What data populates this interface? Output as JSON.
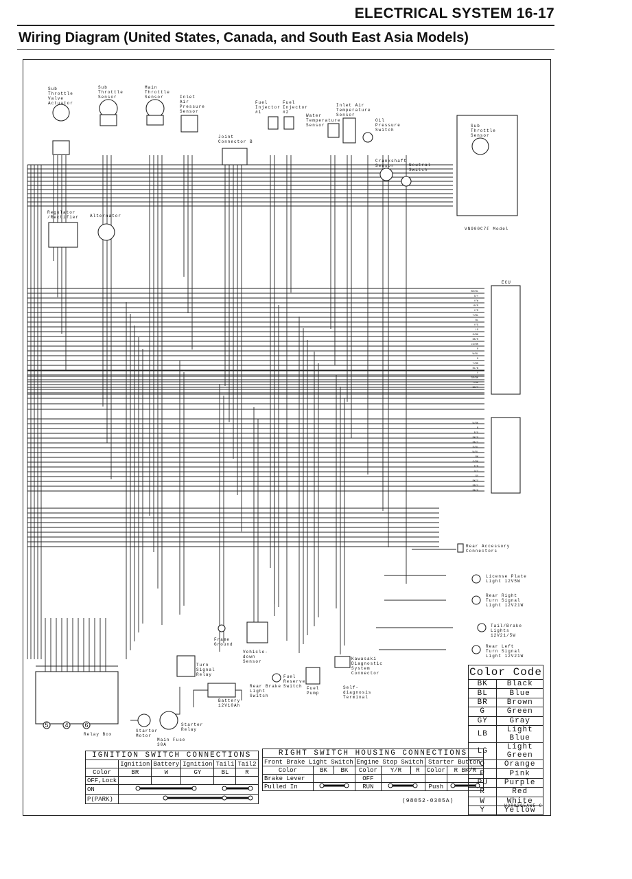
{
  "header": {
    "section": "ELECTRICAL SYSTEM 16-17",
    "title": "Wiring Diagram (United States, Canada, and South East Asia Models)"
  },
  "components": {
    "sub_throttle_valve_actuator": "Sub\nThrottle\nValve\nActuator",
    "sub_throttle_sensor": "Sub\nThrottle\nSensor",
    "main_throttle_sensor": "Main\nThrottle\nSensor",
    "inlet_air_pressure_sensor": "Inlet\nAir\nPressure\nSensor",
    "fuel_injector_1": "Fuel\nInjector\n#1",
    "fuel_injector_2": "Fuel\nInjector\n#2",
    "water_temperature_sensor": "Water\nTemperature\nSensor",
    "inlet_air_temperature_sensor": "Inlet Air\nTemperature\nSensor",
    "oil_pressure_switch": "Oil\nPressure\nSwitch",
    "joint_connector_b": "Joint\nConnector B",
    "crankshaft_sensor": "Crankshaft\nSensor",
    "neutral_switch": "Neutral\nSwitch",
    "sub_throttle_sensor_inset": "Sub\nThrottle\nSensor",
    "inset_model": "VN900C7F Model",
    "regulator_rectifier": "Regulator\n/Rectifier",
    "alternator": "Alternator",
    "ecu": "ECU",
    "rear_accessory_connectors": "Rear Accessory\nConnectors",
    "license_plate_light": "License Plate\nLight 12V5W",
    "rear_right_turn_signal": "Rear Right\nTurn Signal\nLight 12V21W",
    "tail_brake_lights": "Tail/Brake\nLights\n12V21/5W",
    "rear_left_turn_signal": "Rear Left\nTurn Signal\nLight 12V21W",
    "frame_ground": "Frame\nGround",
    "vehicle_down_sensor": "Vehicle-\ndown\nSensor",
    "turn_signal_relay": "Turn\nSignal\nRelay",
    "battery": "Battery\n12V10Ah",
    "rear_brake_light_switch": "Rear Brake\nLight\nSwitch",
    "fuel_reserve_switch": "Fuel\nReserve\nSwitch",
    "fuel_pump": "Fuel\nPump",
    "kawasaki_diagnostic_connector": "Kawasaki\nDiagnostic\nSystem\nConnector",
    "self_diagnosis_terminal": "Self-\ndiagnosis\nTerminal",
    "relay_box": "Relay Box",
    "starter_motor": "Starter\nMotor",
    "starter_relay": "Starter\nRelay",
    "main_fuse": "Main Fuse\n30A"
  },
  "circled_numbers": [
    "5",
    "4",
    "6"
  ],
  "ecu_pins_top": [
    "BK/BL",
    "G/Y",
    "Y/W",
    "LG/R",
    "Y/R",
    "Y/BL",
    "BL",
    "Y/G",
    "LG",
    "G/BK",
    "BK/R",
    "LG/BK",
    "P",
    "W/BL",
    "G",
    "Y/BK",
    "BL/W",
    "Y",
    "GR/BK",
    "Y/BK",
    "BK/Y"
  ],
  "ecu_pins_bottom": [
    "W/BK",
    "R",
    "P/G",
    "BK/G",
    "BK/Y",
    "R/BL",
    "W/BL",
    "BK",
    "G/BK",
    "P/B",
    "O/Y",
    "GY",
    "BK/Y",
    "BR/Y",
    "BK/G"
  ],
  "ignition_table": {
    "title": "IGNITION SWITCH CONNECTIONS",
    "columns": [
      "Ignition",
      "Battery",
      "Ignition",
      "Tail1",
      "Tail2"
    ],
    "color_label": "Color",
    "colors": [
      "BR",
      "W",
      "GY",
      "BL",
      "R"
    ],
    "rows": [
      "OFF,Lock",
      "ON",
      "P(PARK)"
    ]
  },
  "right_switch_table": {
    "title": "RIGHT SWITCH HOUSING CONNECTIONS",
    "front_brake": "Front Brake Light Switch",
    "engine_stop": "Engine Stop Switch",
    "starter_button": "Starter Button",
    "color_label": "Color",
    "fb_colors": [
      "BK",
      "BK"
    ],
    "es_colors": [
      "Y/R",
      "R"
    ],
    "sb_colors": [
      "R",
      "BK/R"
    ],
    "brake_lever": "Brake Lever",
    "pulled_in": "Pulled In",
    "off": "OFF",
    "run": "RUN",
    "push": "Push",
    "ref_code": "(98052-0305A)"
  },
  "color_code": {
    "title": "Color Code",
    "entries": [
      {
        "code": "BK",
        "name": "Black"
      },
      {
        "code": "BL",
        "name": "Blue"
      },
      {
        "code": "BR",
        "name": "Brown"
      },
      {
        "code": "G",
        "name": "Green"
      },
      {
        "code": "GY",
        "name": "Gray"
      },
      {
        "code": "LB",
        "name": "Light Blue"
      },
      {
        "code": "LG",
        "name": "Light Green"
      },
      {
        "code": "O",
        "name": "Orange"
      },
      {
        "code": "P",
        "name": "Pink"
      },
      {
        "code": "PU",
        "name": "Purple"
      },
      {
        "code": "R",
        "name": "Red"
      },
      {
        "code": "W",
        "name": "White"
      },
      {
        "code": "Y",
        "name": "Yellow"
      }
    ]
  },
  "drawing_code": "W2R0305AW5 C"
}
